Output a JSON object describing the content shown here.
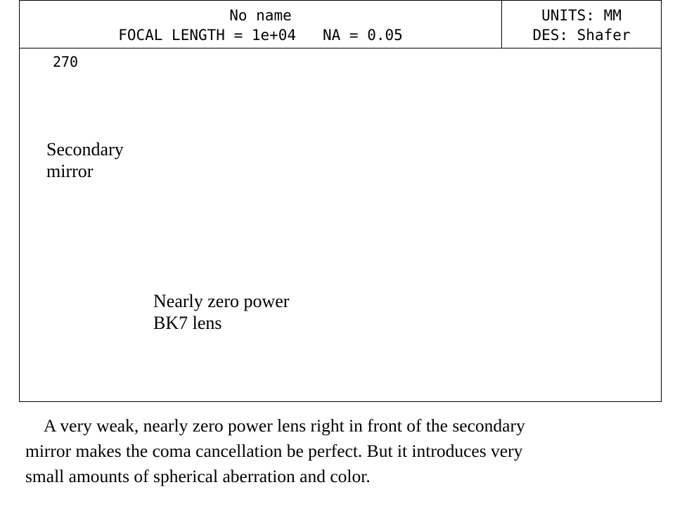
{
  "header": {
    "title": "No name",
    "specs": "FOCAL LENGTH = 1e+04   NA = 0.05",
    "units": "UNITS: MM",
    "designer": "DES: Shafer"
  },
  "scale_bar": {
    "label": "270"
  },
  "callouts": {
    "secondary_mirror": [
      "Secondary",
      "mirror"
    ],
    "lens": [
      "Nearly zero power",
      "BK7 lens"
    ]
  },
  "caption": {
    "line1": "A very weak, nearly zero power lens right in front of the secondary",
    "line2": "mirror makes the coma cancellation be perfect.  But it introduces very",
    "line3": "small amounts of spherical aberration and color."
  },
  "colors": {
    "ray_red": "#cc0000",
    "ray_blue": "#1a1aa6",
    "arrow": "#4a86c8",
    "ink": "#000000"
  }
}
